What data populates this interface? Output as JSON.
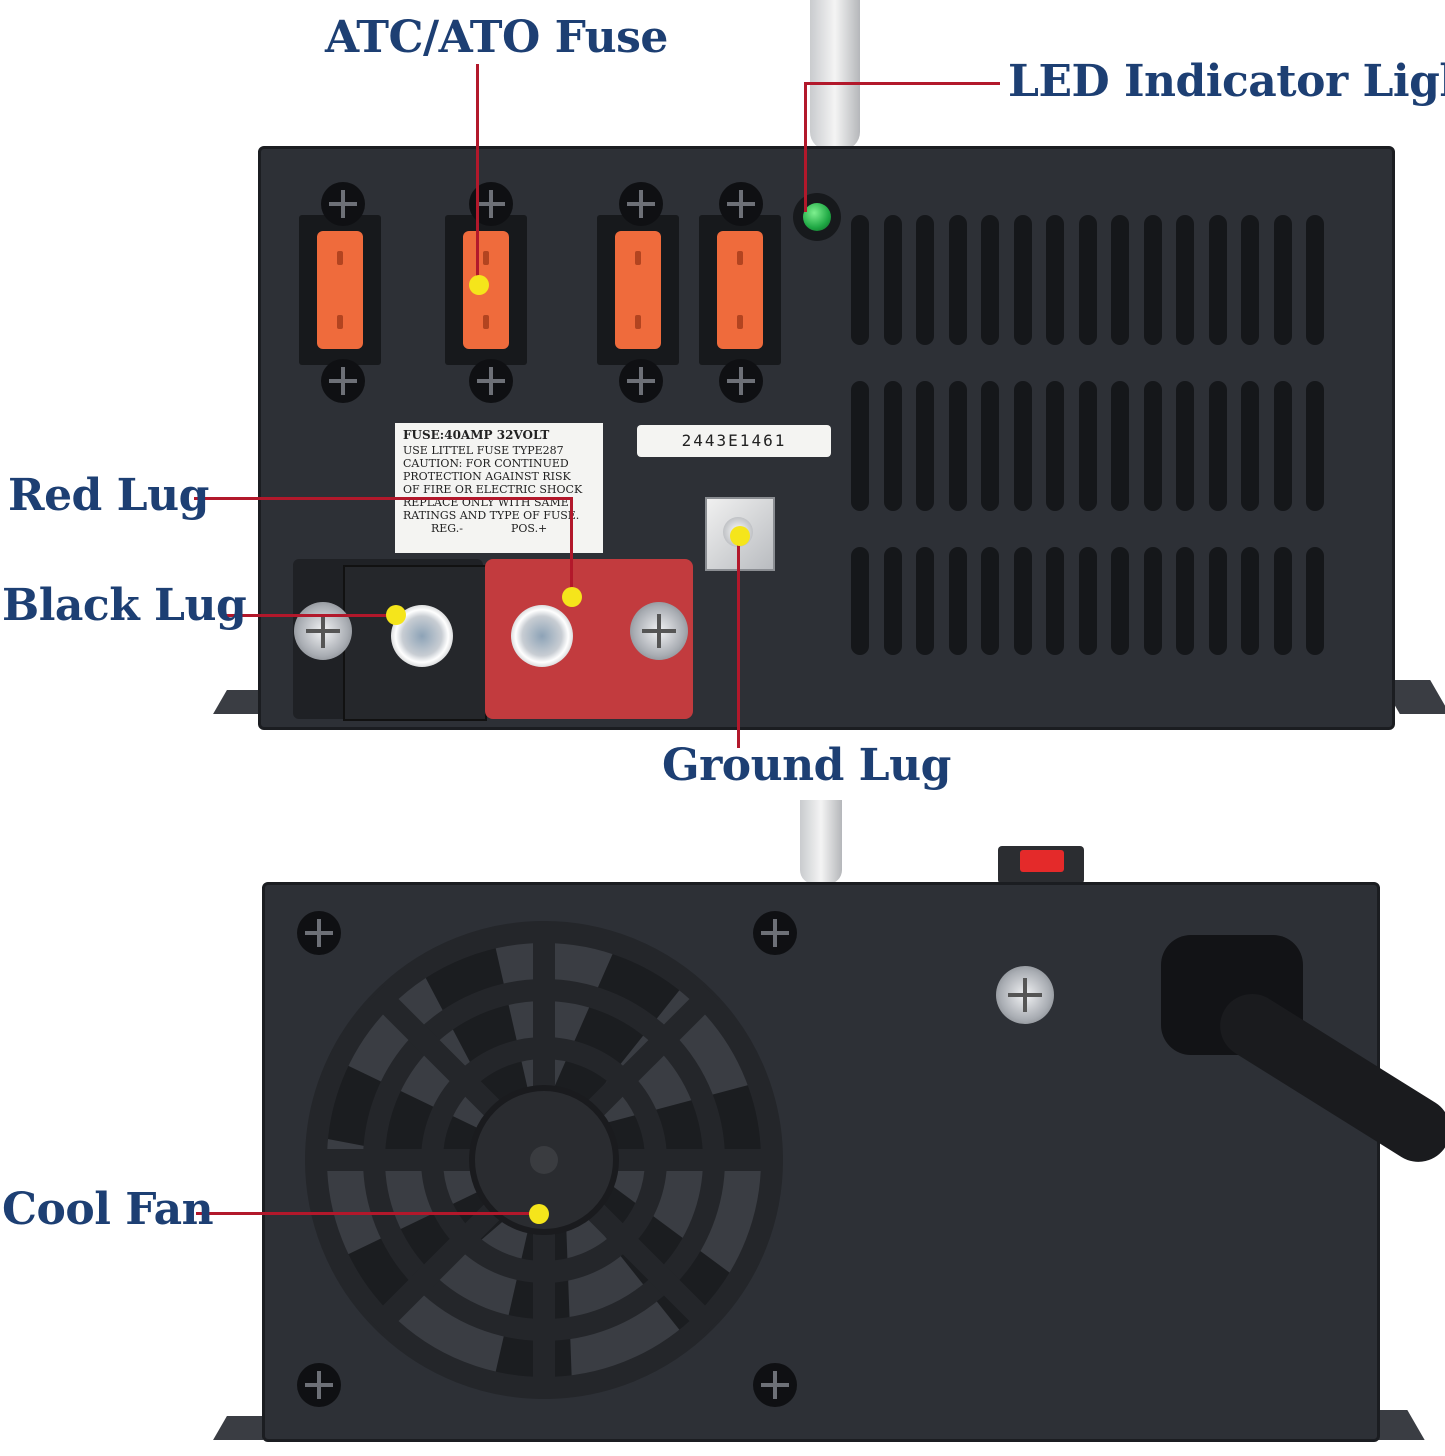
{
  "callouts": {
    "atc_fuse": "ATC/ATO Fuse",
    "led_light": "LED Indicator Light",
    "red_lug": "Red Lug",
    "black_lug": "Black Lug",
    "ground_lug": "Ground Lug",
    "cool_fan": "Cool Fan"
  },
  "fuse_label": {
    "title": "FUSE:40AMP 32VOLT",
    "line1": "USE LITTEL FUSE TYPE287",
    "line2": "CAUTION: FOR CONTINUED",
    "line3": "PROTECTION AGAINST RISK",
    "line4": "OF FIRE OR ELECTRIC SHOCK",
    "line5": "REPLACE ONLY WITH SAME",
    "line6": "RATINGS AND TYPE OF FUSE.",
    "neg": "REG.-",
    "pos": "POS.+"
  },
  "serial_label": "2443E1461",
  "colors": {
    "callout_text": "#1d3f73",
    "leader_line": "#b2182b",
    "marker_dot": "#f5e51b",
    "panel": "#2d3036",
    "fuse": "#ef6b3c",
    "red_lug_cover": "#c23b3e",
    "led": "#1fa844"
  }
}
